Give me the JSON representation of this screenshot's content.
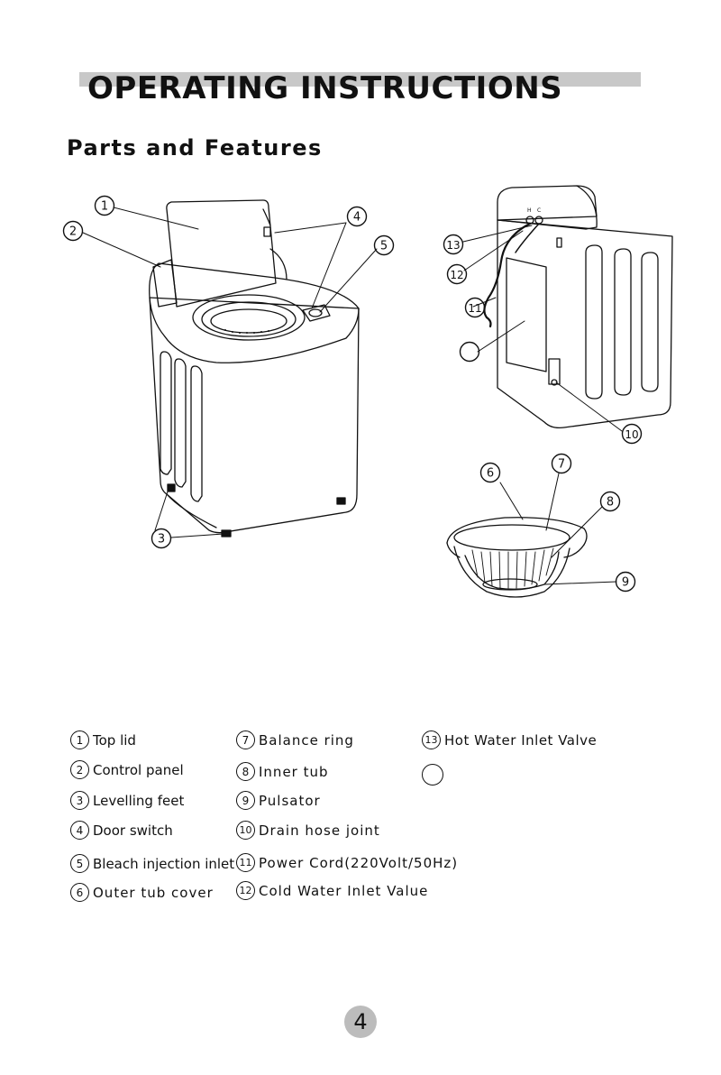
{
  "header": {
    "title": "OPERATING INSTRUCTIONS",
    "subtitle": "Parts and Features"
  },
  "diagram_callouts": [
    "1",
    "2",
    "3",
    "4",
    "5",
    "6",
    "7",
    "8",
    "9",
    "10",
    "11",
    "12",
    "13"
  ],
  "legend": [
    {
      "num": "1",
      "label": "Top lid"
    },
    {
      "num": "2",
      "label": "Control panel"
    },
    {
      "num": "3",
      "label": "Levelling feet"
    },
    {
      "num": "4",
      "label": "Door switch"
    },
    {
      "num": "5",
      "label": "Bleach injection inlet"
    },
    {
      "num": "6",
      "label": "Outer tub cover"
    },
    {
      "num": "7",
      "label": "Balance ring"
    },
    {
      "num": "8",
      "label": "Inner tub"
    },
    {
      "num": "9",
      "label": "Pulsator"
    },
    {
      "num": "10",
      "label": "Drain hose joint"
    },
    {
      "num": "11",
      "label": "Power Cord(220Volt/50Hz)"
    },
    {
      "num": "12",
      "label": "Cold Water Inlet Value"
    },
    {
      "num": "13",
      "label": "Hot Water Inlet Valve"
    },
    {
      "num": "",
      "label": ""
    }
  ],
  "page": {
    "number": "4"
  }
}
